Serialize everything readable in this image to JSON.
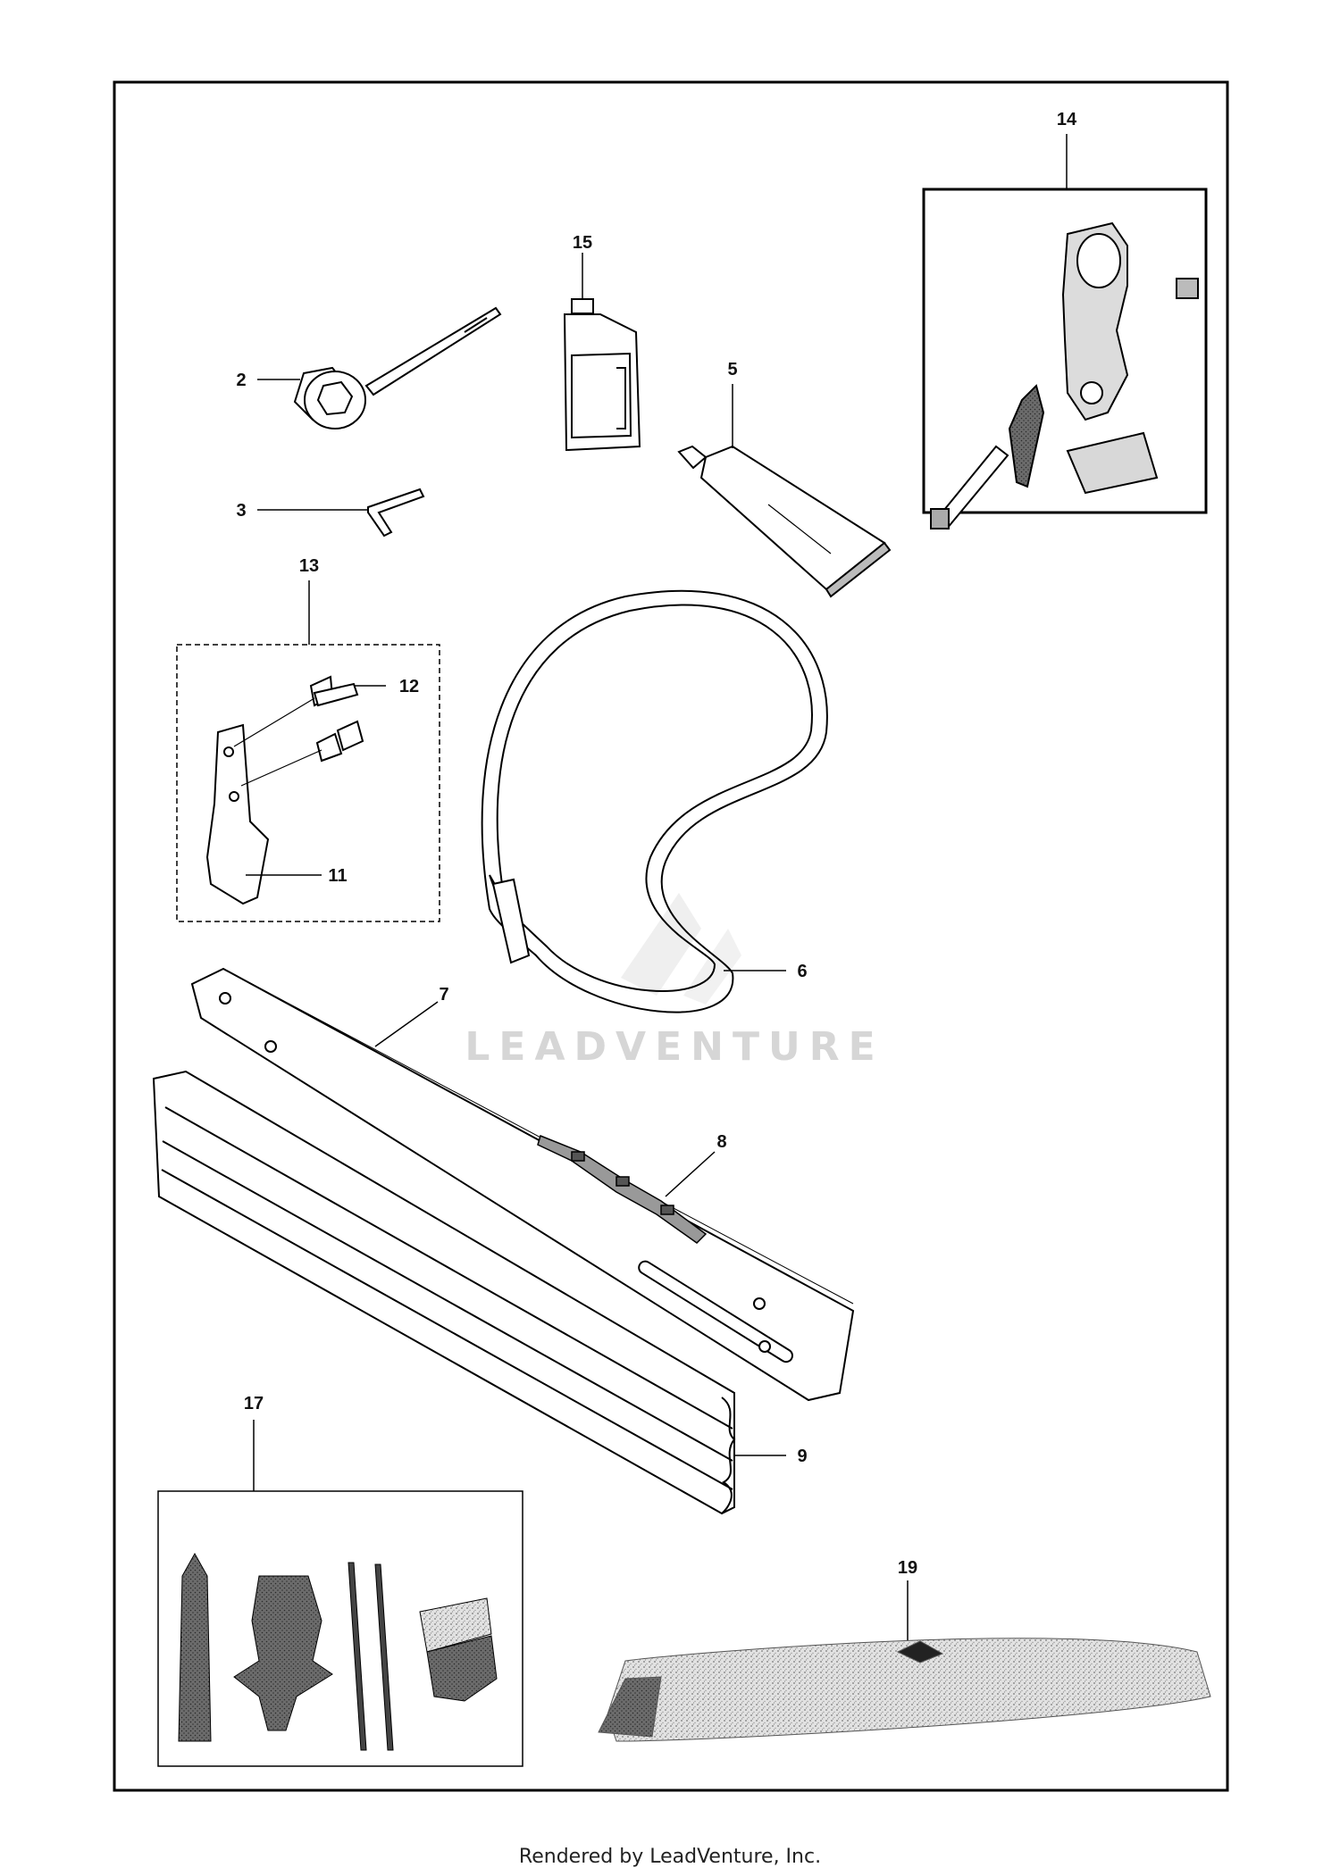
{
  "callouts": {
    "c2": "2",
    "c3": "3",
    "c5": "5",
    "c6": "6",
    "c7": "7",
    "c8": "8",
    "c9": "9",
    "c11": "11",
    "c12": "12",
    "c13": "13",
    "c14": "14",
    "c15": "15",
    "c17": "17",
    "c19": "19"
  },
  "watermark": "LEADVENTURE",
  "footer": "Rendered by LeadVenture, Inc."
}
